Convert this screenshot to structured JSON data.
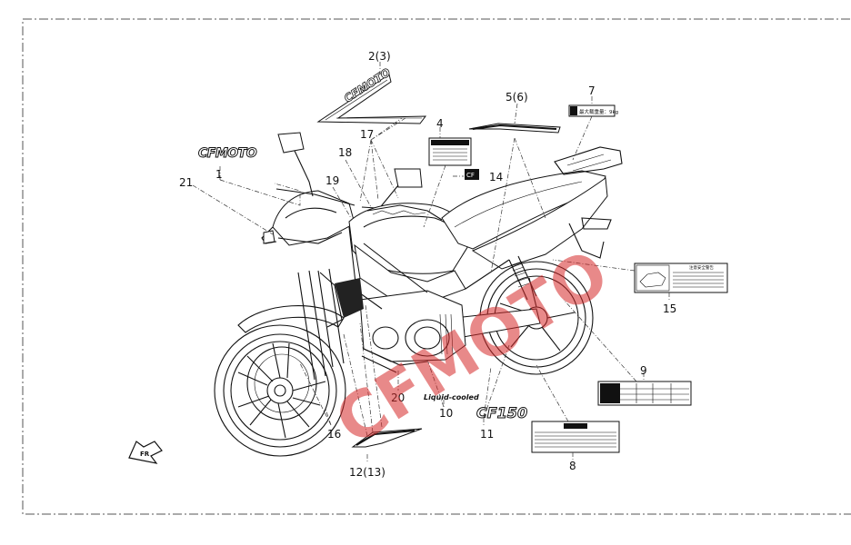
{
  "diagram": {
    "callouts": [
      {
        "id": "c1",
        "label": "1"
      },
      {
        "id": "c2",
        "label": "2(3)"
      },
      {
        "id": "c4",
        "label": "4"
      },
      {
        "id": "c5",
        "label": "5(6)"
      },
      {
        "id": "c7",
        "label": "7"
      },
      {
        "id": "c8",
        "label": "8"
      },
      {
        "id": "c9",
        "label": "9"
      },
      {
        "id": "c10",
        "label": "10"
      },
      {
        "id": "c11",
        "label": "11"
      },
      {
        "id": "c12",
        "label": "12(13)"
      },
      {
        "id": "c14",
        "label": "14"
      },
      {
        "id": "c15",
        "label": "15"
      },
      {
        "id": "c16",
        "label": "16"
      },
      {
        "id": "c17",
        "label": "17"
      },
      {
        "id": "c18",
        "label": "18"
      },
      {
        "id": "c19",
        "label": "19"
      },
      {
        "id": "c20",
        "label": "20"
      },
      {
        "id": "c21",
        "label": "21"
      }
    ],
    "decal_texts": {
      "cfmoto_logo": "CFMOTO",
      "cfmoto_stripe": "CFMOTO",
      "model_badge": "CF150",
      "liquid_cooled": "Liquid-cooled",
      "load_label": "最大载重量：9kg",
      "badge_14": "CF",
      "warning_15_title": "注意安全警告",
      "direction_arrow": "FR"
    },
    "watermark": "CFMOTO"
  },
  "colors": {
    "line": "#111111",
    "watermark": "#d62828",
    "frame": "#555555"
  }
}
